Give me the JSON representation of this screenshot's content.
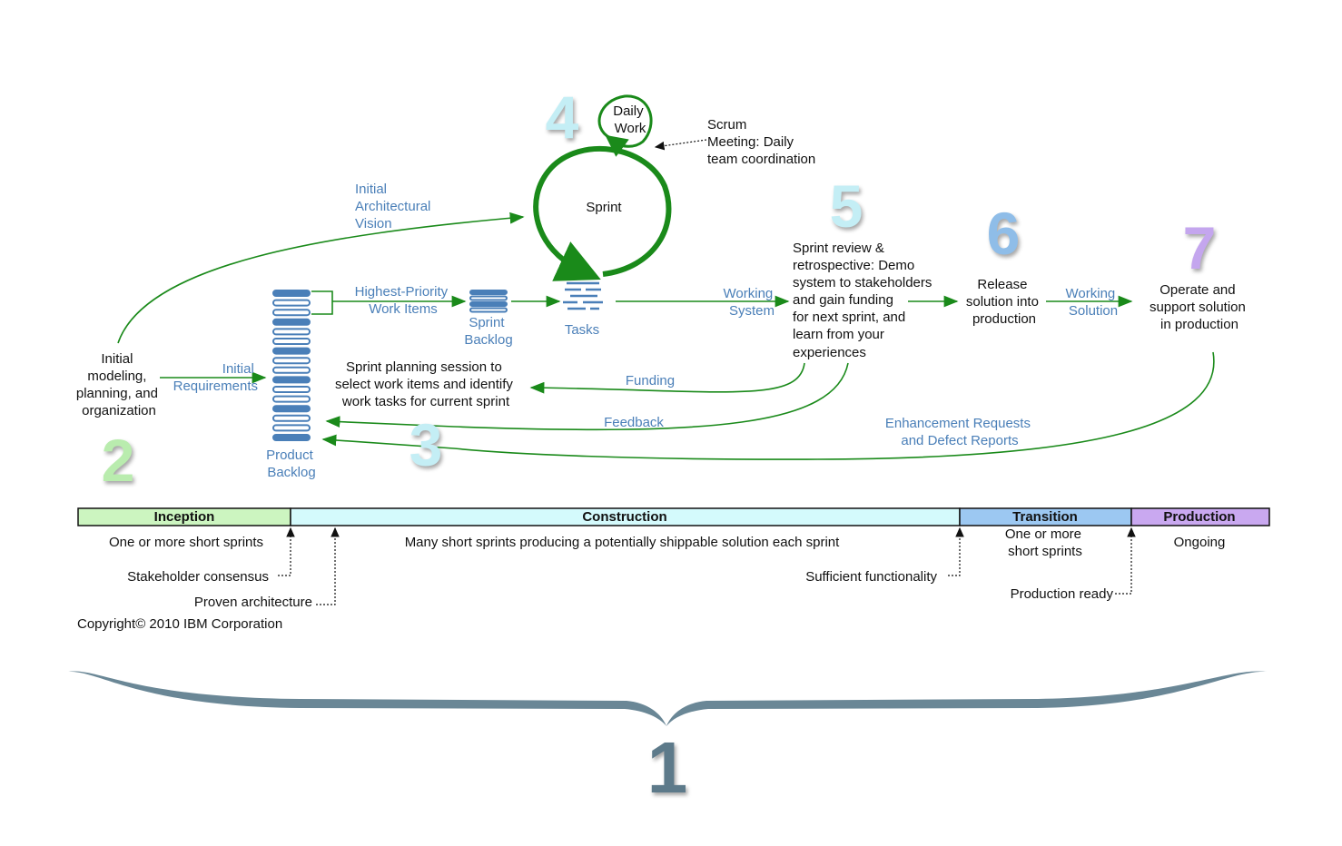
{
  "diagram": {
    "initial_modeling": [
      "Initial",
      "modeling,",
      "planning, and",
      "organization"
    ],
    "initial_requirements": [
      "Initial",
      "Requirements"
    ],
    "initial_arch_vision": [
      "Initial",
      "Architectural",
      "Vision"
    ],
    "product_backlog": [
      "Product",
      "Backlog"
    ],
    "highest_priority": [
      "Highest-Priority",
      "Work Items"
    ],
    "sprint_backlog": [
      "Sprint",
      "Backlog"
    ],
    "tasks": "Tasks",
    "sprint": "Sprint",
    "daily_work": [
      "Daily",
      "Work"
    ],
    "scrum": [
      "Scrum",
      "Meeting: Daily",
      "team coordination"
    ],
    "working_system": [
      "Working",
      "System"
    ],
    "sprint_review": [
      "Sprint review &",
      "retrospective: Demo",
      "system to stakeholders",
      "and gain funding",
      "for next sprint, and",
      "learn from your",
      "experiences"
    ],
    "release": [
      "Release",
      "solution into",
      "production"
    ],
    "working_solution": [
      "Working",
      "Solution"
    ],
    "operate": [
      "Operate and",
      "support solution",
      "in production"
    ],
    "sprint_planning": [
      "Sprint planning session to",
      "select work items and identify",
      "work tasks for current sprint"
    ],
    "funding": "Funding",
    "feedback": "Feedback",
    "enhancement": [
      "Enhancement Requests",
      "and Defect Reports"
    ],
    "numbers": {
      "n1": "1",
      "n2": "2",
      "n3": "3",
      "n4": "4",
      "n5": "5",
      "n6": "6",
      "n7": "7"
    }
  },
  "phases": [
    {
      "name": "Inception",
      "color": "#ccf5c0",
      "note": [
        "One or more short sprints"
      ]
    },
    {
      "name": "Construction",
      "color": "#d4fafc",
      "note": [
        "Many short sprints producing a potentially shippable solution each sprint"
      ]
    },
    {
      "name": "Transition",
      "color": "#9cc8f2",
      "note": [
        "One or more",
        "short sprints"
      ]
    },
    {
      "name": "Production",
      "color": "#c9a8f0",
      "note": [
        "Ongoing"
      ]
    }
  ],
  "milestones": {
    "stakeholder": "Stakeholder consensus",
    "proven": "Proven architecture",
    "sufficient": "Sufficient functionality",
    "production_ready": "Production ready"
  },
  "copyright": "Copyright© 2010 IBM Corporation",
  "colors": {
    "green": "#1a8a1a",
    "blue_text": "#4a7fb8",
    "n2": "#b9ecae",
    "n3": "#c4eef5",
    "n4": "#c4eef5",
    "n5": "#c4eef5",
    "n6": "#8fbde8",
    "n7": "#c4a6ee",
    "brace": "#6a8796"
  }
}
